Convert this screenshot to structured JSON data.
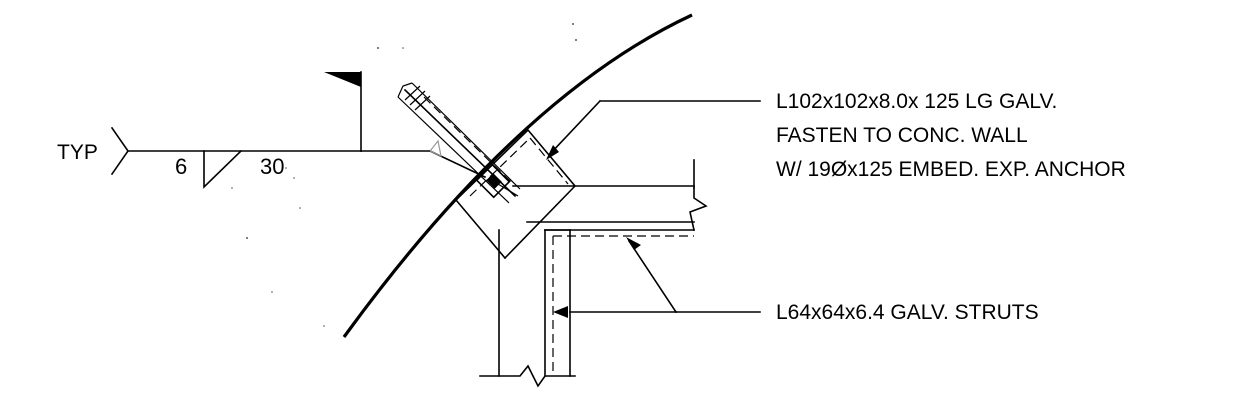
{
  "weld_symbol": {
    "tail_note": "TYP",
    "fillet_size": "6",
    "weld_length": "30"
  },
  "callouts": {
    "angle_line_1": "L102x102x8.0x 125 LG GALV.",
    "angle_line_2": "FASTEN TO CONC. WALL",
    "angle_line_3": "W/ 19Øx125 EMBED. EXP. ANCHOR",
    "strut": "L64x64x6.4 GALV. STRUTS"
  }
}
